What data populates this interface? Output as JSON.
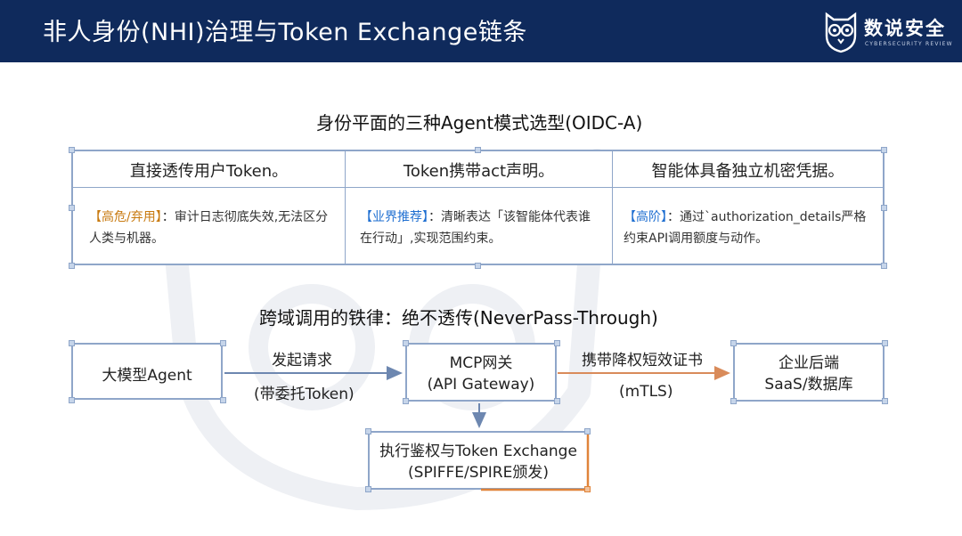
{
  "header": {
    "title": "非人身份(NHI)治理与Token Exchange链条",
    "brand_name": "数说安全",
    "brand_sub": "CYBERSECURITY REVIEW"
  },
  "section1": {
    "title": "身份平面的三种Agent模式选型(OIDC-A)",
    "columns": [
      {
        "header": "直接透传用户Token。",
        "tag": "【高危/弃用】",
        "body": "：审计日志彻底失效,无法区分人类与机器。"
      },
      {
        "header": "Token携带act声明。",
        "tag": "【业界推荐】",
        "body": "：清晰表达「该智能体代表谁在行动」,实现范围约束。"
      },
      {
        "header": "智能体具备独立机密凭据。",
        "tag": "【高阶】",
        "body": "：通过`authorization_details严格约束API调用额度与动作。"
      }
    ]
  },
  "section2": {
    "title": "跨域调用的铁律：绝不透传(NeverPass-Through)",
    "agent_box": "大模型Agent",
    "arrow1_top": "发起请求",
    "arrow1_bottom": "(带委托Token)",
    "gateway_line1": "MCP网关",
    "gateway_line2": "(API Gateway)",
    "arrow2_top": "携带降权短效证书",
    "arrow2_bottom": "(mTLS)",
    "backend_line1": "企业后端",
    "backend_line2": "SaaS/数据库",
    "exchange_line1": "执行鉴权与Token Exchange",
    "exchange_line2": "(SPIFFE/SPIRE颁发)"
  },
  "colors": {
    "header_bg": "#0f2a5c",
    "border": "#8fa6c9",
    "tag_warning": "#c87a10",
    "tag_info": "#1f6fd1",
    "accent_orange": "#e0843a"
  }
}
